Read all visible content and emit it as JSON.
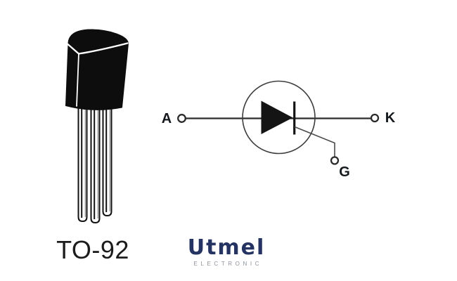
{
  "package": {
    "name_label": "TO-92"
  },
  "schematic": {
    "anode_label": "A",
    "cathode_label": "K",
    "gate_label": "G"
  },
  "logo": {
    "brand": "Utmel",
    "tagline": "ELECTRONIC"
  },
  "colors": {
    "ink_black": "#141414",
    "line_dark": "#2b2b2b",
    "circle_gray": "#3d3d3d",
    "brand_navy": "#243361",
    "tagline_gray": "#8b919b"
  }
}
